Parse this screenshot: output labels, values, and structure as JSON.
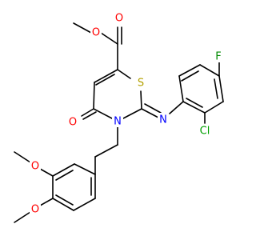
{
  "colors": {
    "background": "#ffffff",
    "bond": "#000000",
    "O": "#ff0000",
    "N": "#0000ff",
    "S": "#b3a100",
    "F": "#008a00",
    "Cl": "#00a000"
  },
  "atoms": {
    "O_ester_carbonyl": "O",
    "O_ester_single": "O",
    "S_ring": "S",
    "O_ring_carbonyl": "O",
    "N_ring": "N",
    "N_imine": "N",
    "F": "F",
    "Cl": "Cl",
    "O_methoxy_upper": "O",
    "O_methoxy_lower": "O"
  }
}
